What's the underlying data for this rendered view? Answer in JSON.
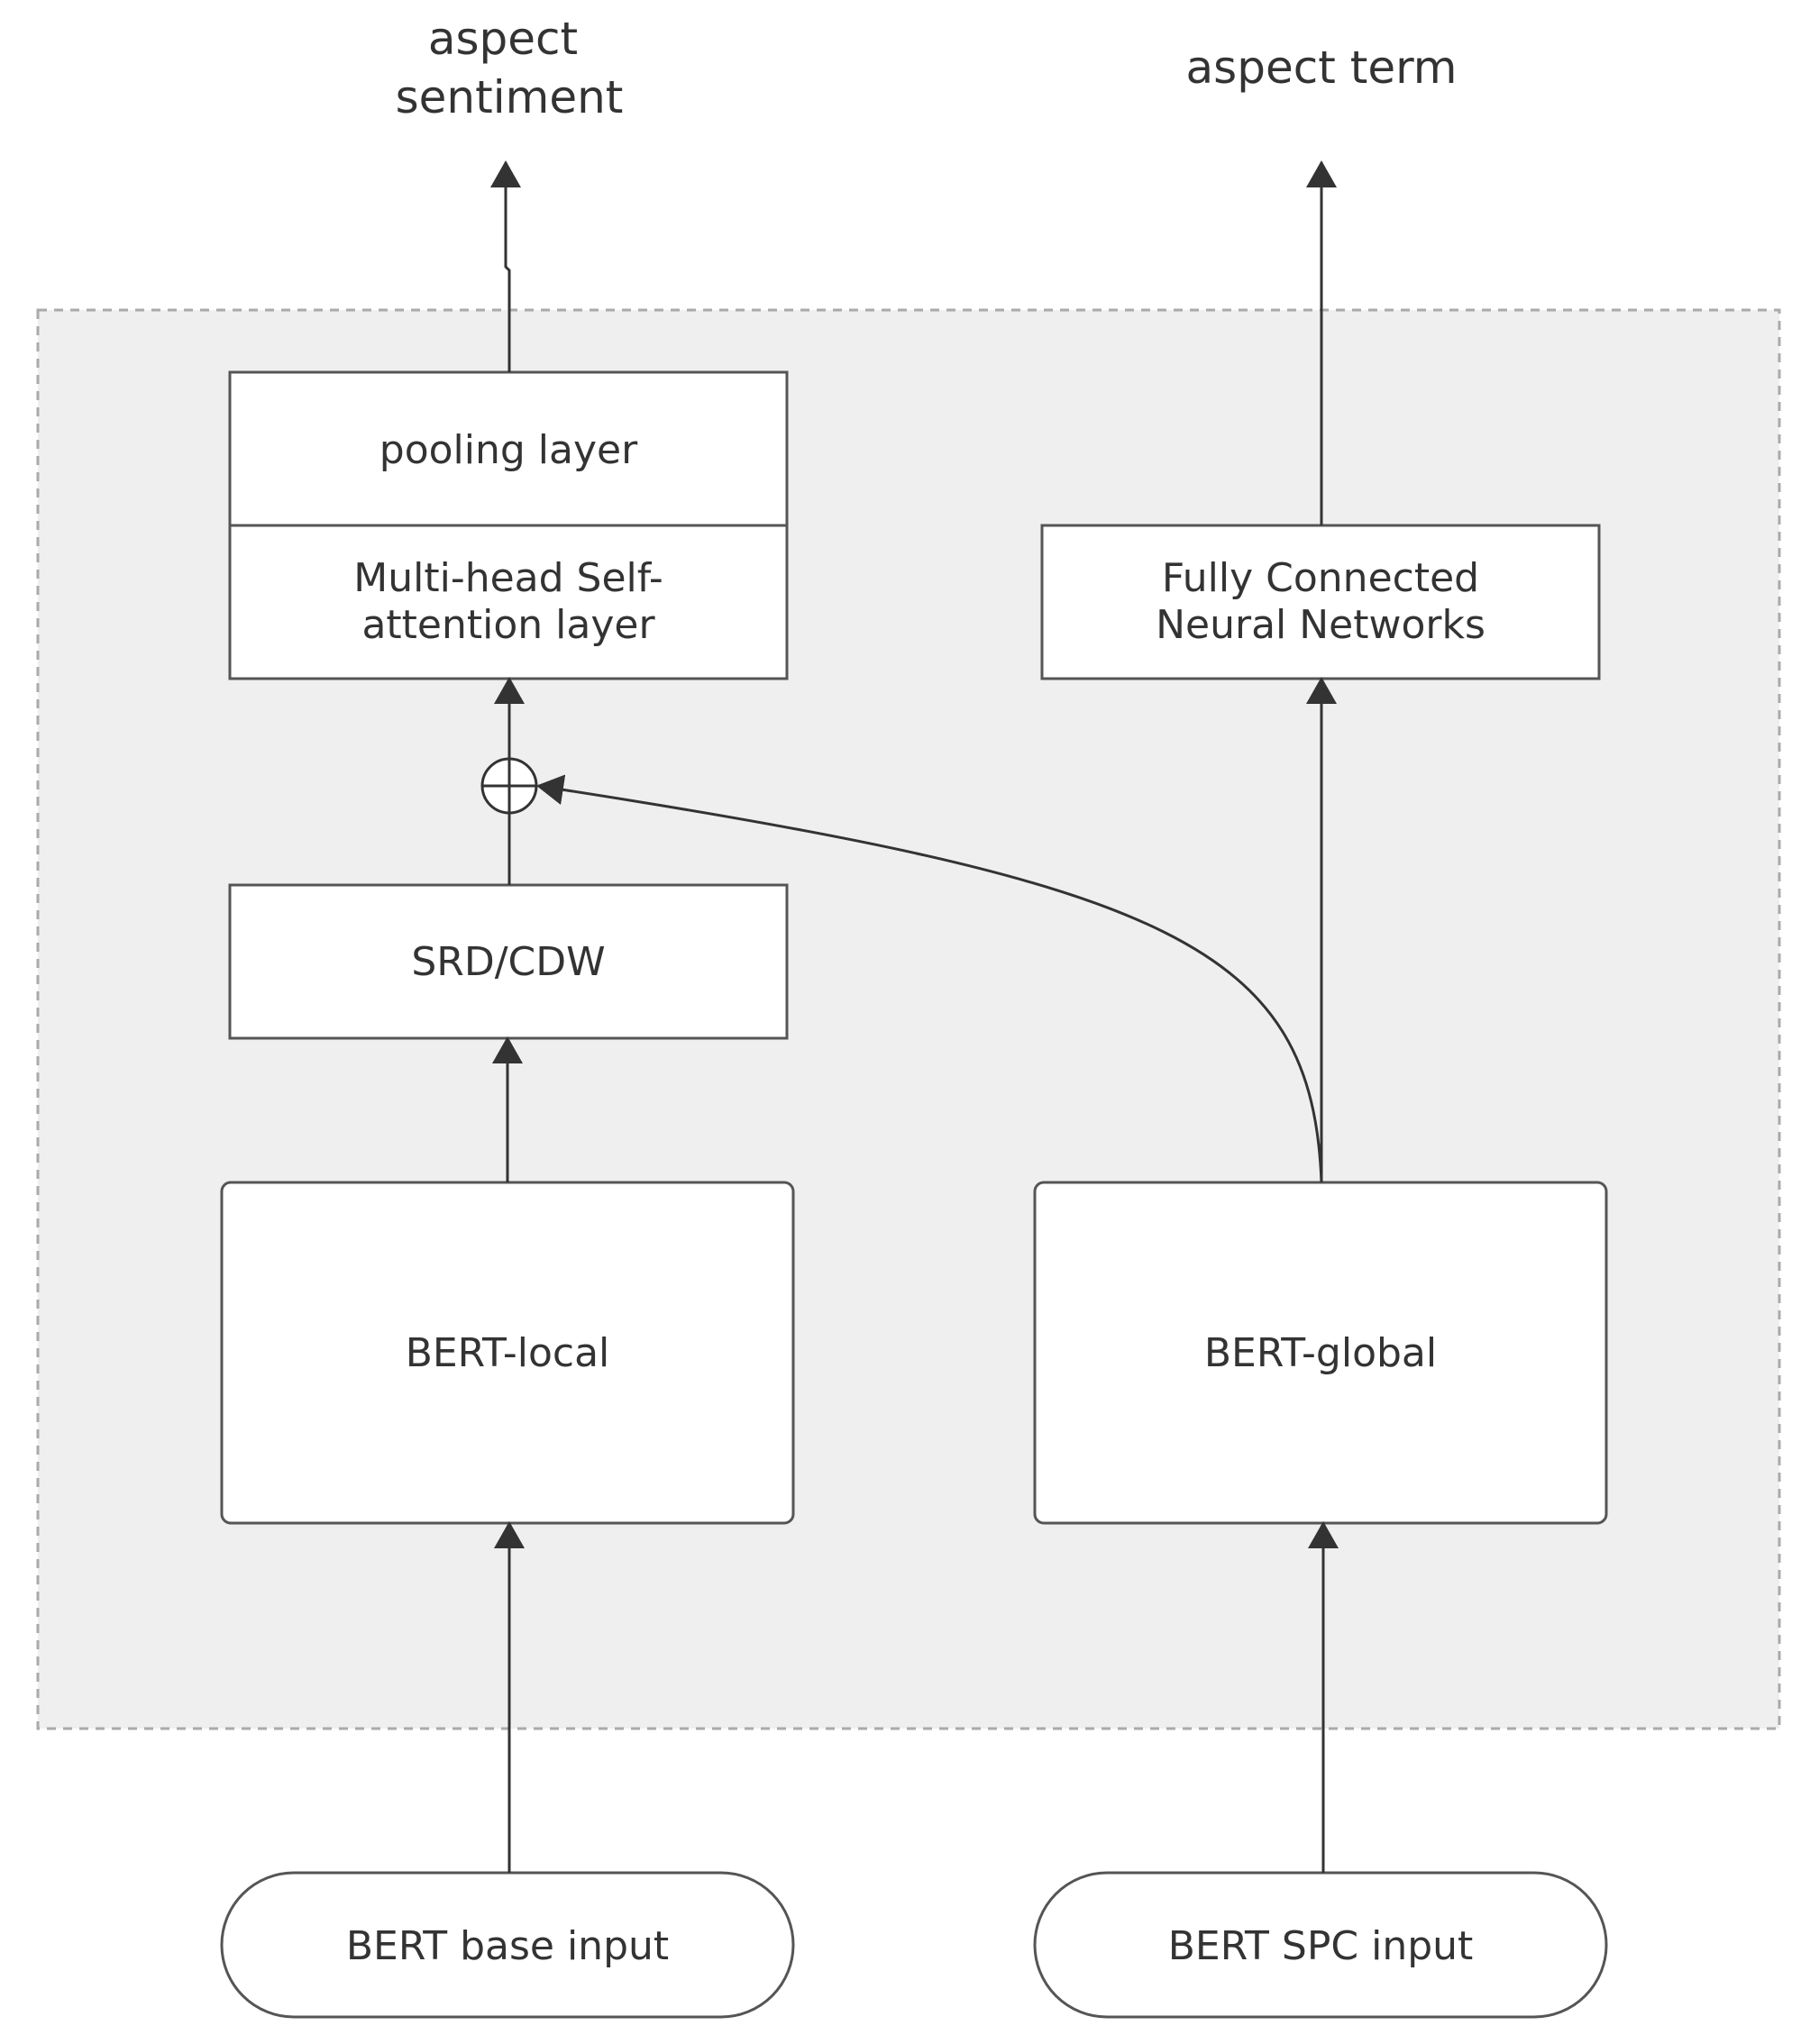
{
  "outputs": {
    "sentiment_line1": "aspect",
    "sentiment_line2": "sentiment",
    "term": "aspect term"
  },
  "left_branch": {
    "pooling_layer": "pooling layer",
    "attention_line1": "Multi-head Self-",
    "attention_line2": "attention layer",
    "srd_cdw": "SRD/CDW",
    "bert_local": "BERT-local",
    "input": "BERT base input"
  },
  "right_branch": {
    "fc_line1": "Fully Connected",
    "fc_line2": "Neural Networks",
    "bert_global": "BERT-global",
    "input": "BERT SPC input"
  },
  "colors": {
    "panel_fill": "#efefef",
    "panel_border": "#aaaaaa",
    "box_fill": "#ffffff",
    "line": "#333333"
  }
}
